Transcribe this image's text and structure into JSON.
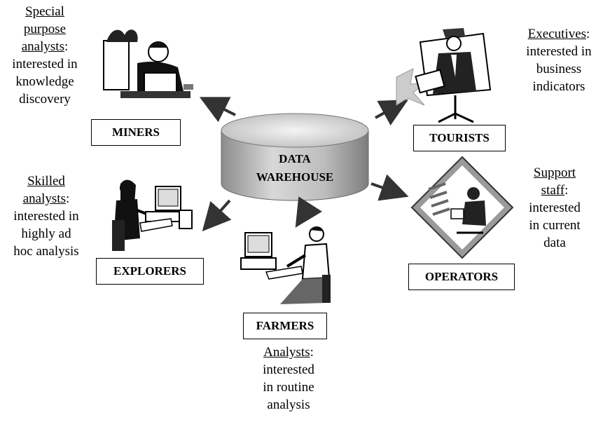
{
  "warehouse": {
    "line1": "DATA",
    "line2": "WAREHOUSE"
  },
  "roles": {
    "miners": "MINERS",
    "tourists": "TOURISTS",
    "explorers": "EXPLORERS",
    "operators": "OPERATORS",
    "farmers": "FARMERS"
  },
  "descriptions": {
    "miners": {
      "lines": [
        "Special",
        "purpose",
        "analysts",
        ": ",
        "interested in",
        "knowledge",
        "discovery"
      ]
    },
    "executives": {
      "head": "Executives",
      "tail": ":",
      "lines": [
        "interested in",
        "business",
        "indicators"
      ]
    },
    "skilled": {
      "head1": "Skilled",
      "head2": "analysts",
      "tail": ":",
      "lines": [
        "interested in",
        "highly ad",
        "hoc analysis"
      ]
    },
    "support": {
      "head1": "Support",
      "head2": "staff",
      "tail": ":",
      "lines": [
        "interested",
        "in current",
        "data"
      ]
    },
    "analysts": {
      "head": "Analysts",
      "tail": ":",
      "lines": [
        "interested",
        "in routine",
        "analysis"
      ]
    }
  },
  "icons": [
    "miner-illustration",
    "executive-illustration",
    "explorer-illustration",
    "operator-illustration",
    "farmer-illustration",
    "arrow-icon"
  ]
}
